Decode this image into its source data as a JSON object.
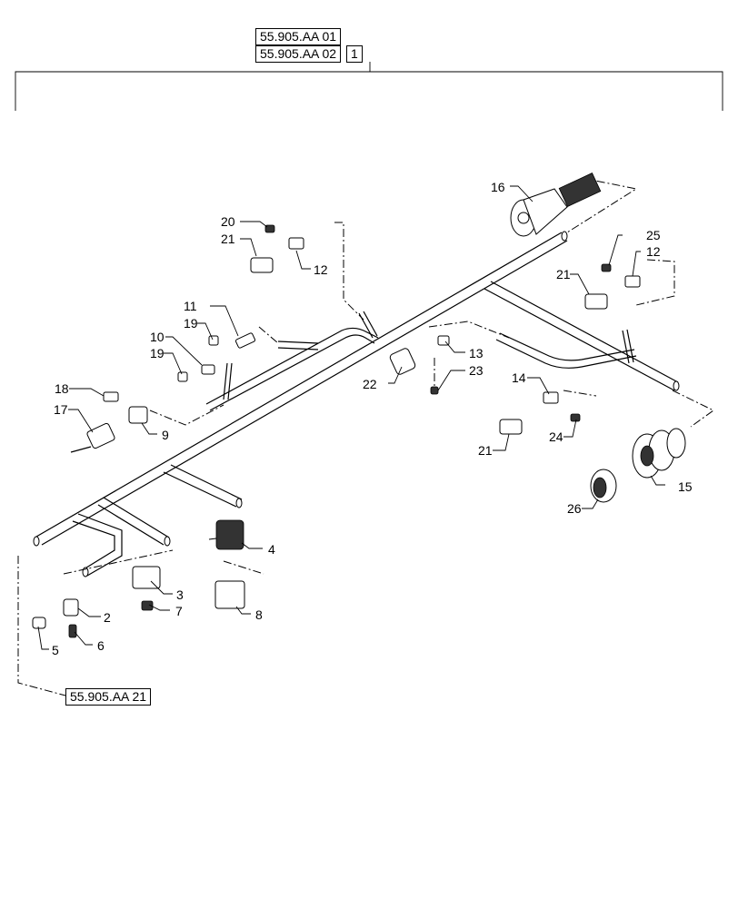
{
  "references": {
    "top_ref_1": "55.905.AA 01",
    "top_ref_2": "55.905.AA 02",
    "top_ref_qty": "1",
    "bottom_ref": "55.905.AA 21"
  },
  "callouts": [
    {
      "id": "c1",
      "label": "2"
    },
    {
      "id": "c2",
      "label": "3"
    },
    {
      "id": "c3",
      "label": "4"
    },
    {
      "id": "c4",
      "label": "5"
    },
    {
      "id": "c5",
      "label": "6"
    },
    {
      "id": "c6",
      "label": "7"
    },
    {
      "id": "c7",
      "label": "8"
    },
    {
      "id": "c8",
      "label": "9"
    },
    {
      "id": "c9",
      "label": "10"
    },
    {
      "id": "c10",
      "label": "11"
    },
    {
      "id": "c11",
      "label": "12"
    },
    {
      "id": "c12",
      "label": "12"
    },
    {
      "id": "c13",
      "label": "13"
    },
    {
      "id": "c14",
      "label": "14"
    },
    {
      "id": "c15",
      "label": "15"
    },
    {
      "id": "c16",
      "label": "16"
    },
    {
      "id": "c17",
      "label": "17"
    },
    {
      "id": "c18",
      "label": "18"
    },
    {
      "id": "c19",
      "label": "19"
    },
    {
      "id": "c20",
      "label": "19"
    },
    {
      "id": "c21",
      "label": "20"
    },
    {
      "id": "c22",
      "label": "21"
    },
    {
      "id": "c23",
      "label": "21"
    },
    {
      "id": "c24",
      "label": "21"
    },
    {
      "id": "c25",
      "label": "22"
    },
    {
      "id": "c26",
      "label": "23"
    },
    {
      "id": "c27",
      "label": "24"
    },
    {
      "id": "c28",
      "label": "25"
    },
    {
      "id": "c29",
      "label": "26"
    }
  ]
}
